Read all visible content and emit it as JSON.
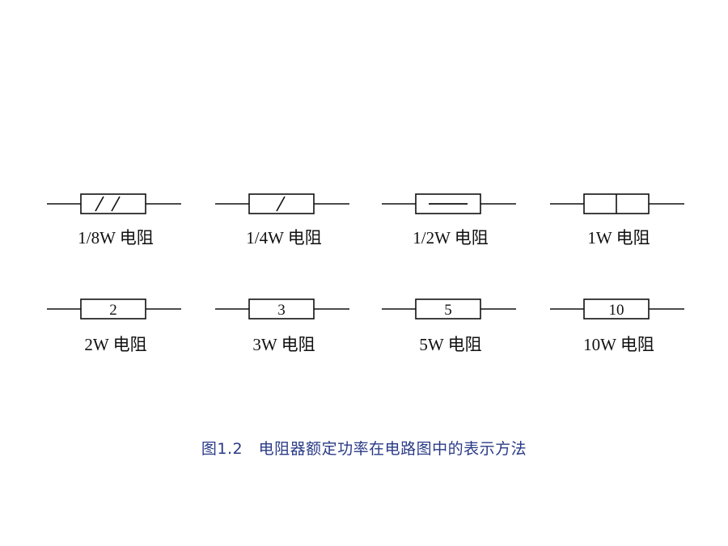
{
  "row1": [
    {
      "label": "1/8W 电阻",
      "mark": "double-slash"
    },
    {
      "label": "1/4W 电阻",
      "mark": "single-slash"
    },
    {
      "label": "1/2W 电阻",
      "mark": "horizontal-bar"
    },
    {
      "label": "1W 电阻",
      "mark": "vertical-bar"
    }
  ],
  "row2": [
    {
      "label": "2W 电阻",
      "mark": "number",
      "number": "2"
    },
    {
      "label": "3W 电阻",
      "mark": "number",
      "number": "3"
    },
    {
      "label": "5W 电阻",
      "mark": "number",
      "number": "5"
    },
    {
      "label": "10W 电阻",
      "mark": "number",
      "number": "10"
    }
  ],
  "caption": "图1.2　电阻器额定功率在电路图中的表示方法",
  "colors": {
    "line": "#111111",
    "caption": "#2a3a86"
  }
}
